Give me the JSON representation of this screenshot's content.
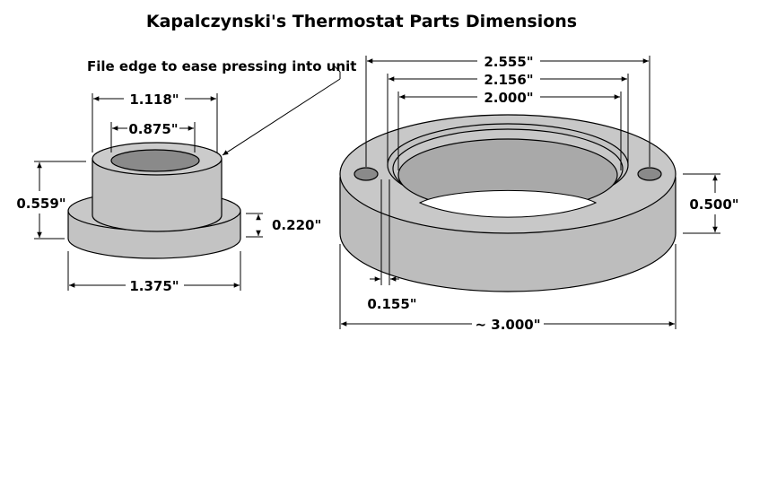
{
  "title": "Kapalczynski's Thermostat Parts Dimensions",
  "annotation": "File edge to ease pressing into unit",
  "colors": {
    "background": "#ffffff",
    "part_fill": "#c8c8c8",
    "part_side": "#bdbdbd",
    "hole_fill": "#8a8a8a",
    "inner_fill": "#a9a9a9",
    "outline": "#000000"
  },
  "bushing": {
    "top_diameter": "1.118\"",
    "bore_diameter": "0.875\"",
    "total_height": "0.559\"",
    "flange_height": "0.220\"",
    "flange_diameter": "1.375\""
  },
  "ring": {
    "bolt_circle": "2.555\"",
    "recess_diameter": "2.156\"",
    "bore_diameter": "2.000\"",
    "thickness": "0.500\"",
    "hole_diameter": "0.155\"",
    "outer_diameter": "~ 3.000\""
  }
}
